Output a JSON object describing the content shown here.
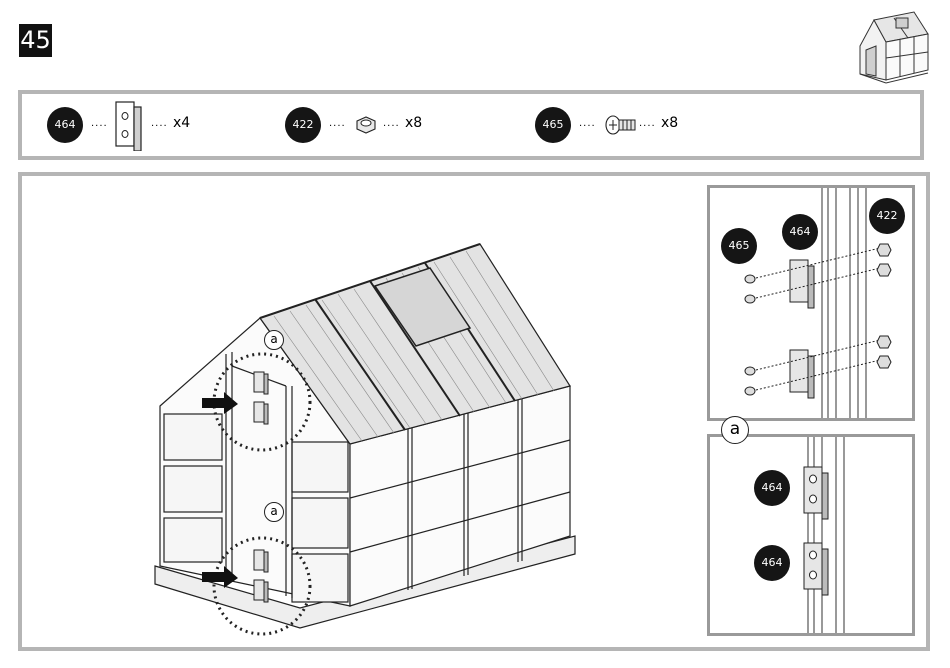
{
  "step": {
    "number": "45"
  },
  "parts": [
    {
      "id": "464",
      "qty": "x4",
      "icon": "hinge-icon"
    },
    {
      "id": "422",
      "qty": "x8",
      "icon": "nut-icon"
    },
    {
      "id": "465",
      "qty": "x8",
      "icon": "screw-icon"
    }
  ],
  "main": {
    "callout_top": "a",
    "callout_bottom": "a"
  },
  "detail_exploded": {
    "labels": {
      "screw": "465",
      "hinge": "464",
      "nut": "422"
    }
  },
  "detail_a": {
    "callout": "a",
    "labels": {
      "upper_hinge": "464",
      "lower_hinge": "464"
    }
  },
  "colors": {
    "badge": "#151515",
    "frame": "#b5b5b5",
    "line": "#222222"
  }
}
